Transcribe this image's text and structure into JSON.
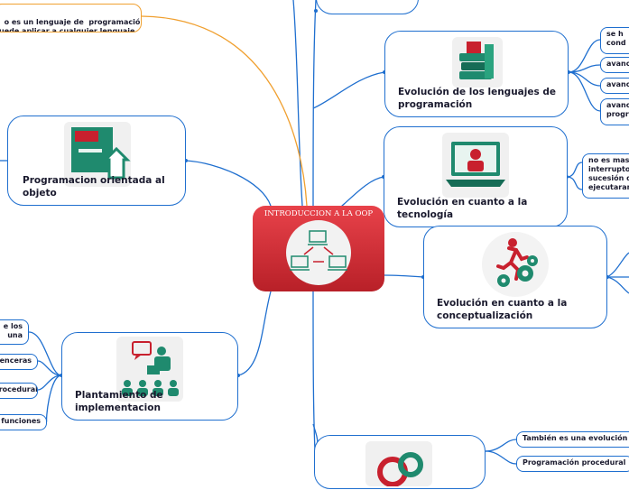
{
  "central": {
    "title": "INTRODUCCION A LA OOP",
    "icon": "network-computers-icon"
  },
  "branches": {
    "lenguajes": {
      "title": "Evolución de los lenguajes de programación",
      "icon": "stacked-books-icon"
    },
    "tecnologia": {
      "title": "Evolución en cuanto a la tecnología",
      "icon": "laptop-user-icon"
    },
    "conceptualizacion": {
      "title": "Evolución en cuanto a la conceptualización",
      "icon": "running-person-gears-icon"
    },
    "orientada": {
      "title": "Programacion orientada al objeto",
      "icon": "monitor-house-icon"
    },
    "implementacion": {
      "title": "Plantamiento de implementacion",
      "icon": "presenter-audience-icon"
    },
    "bottom": {
      "icon": "gears-icon"
    }
  },
  "leaves": {
    "top_left": "o es un lenguaje de  programación\nuede aplicar a cualquier lenguaje",
    "lenguajes_1": "se h\ncond",
    "lenguajes_2": "avanc",
    "lenguajes_3": "avanc",
    "lenguajes_4": "avanc\nprogr",
    "tecnologia_1": "no es mas c\ninterruptor\nsucesión de\nejecutaran",
    "impl_1": "e los\nuna",
    "impl_2": "enceras",
    "impl_3": "procedural",
    "impl_4": "funciones",
    "bottom_1": "También es una evolución con",
    "bottom_2": "Programación procedural"
  },
  "colors": {
    "branch_line": "#1f6fcf",
    "accent_line": "#f0a030",
    "central_top": "#e8424a",
    "central_bottom": "#b82028",
    "icon_red": "#c8202e",
    "icon_teal": "#1f8a6e"
  }
}
